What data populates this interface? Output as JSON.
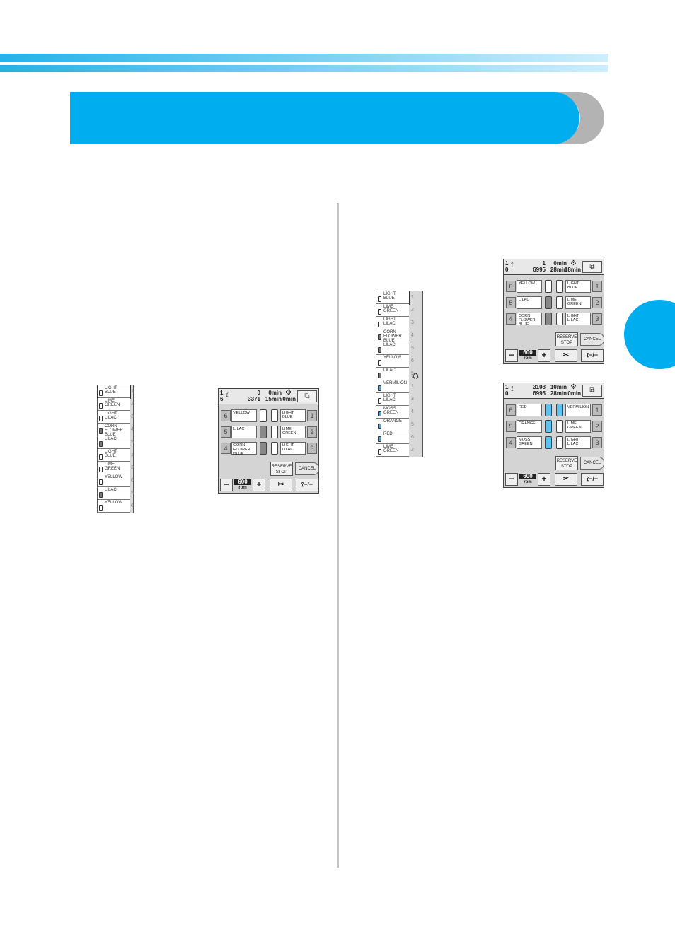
{
  "strip_left": {
    "rows": [
      {
        "label": "LIGHT\nBLUE",
        "num": "1",
        "spool": "light"
      },
      {
        "label": "LIME\nGREEN",
        "num": "2",
        "spool": "light"
      },
      {
        "label": "LIGHT\nLILAC",
        "num": "3",
        "spool": "light"
      },
      {
        "label": "CORN\nFLOWER\nBLUE",
        "num": "4",
        "spool": "dark"
      },
      {
        "label": "LILAC",
        "num": "5",
        "spool": "dark"
      },
      {
        "label": "LIGHT\nBLUE",
        "num": "1",
        "spool": "light"
      },
      {
        "label": "LIME\nGREEN",
        "num": "2",
        "spool": "light"
      },
      {
        "label": "YELLOW",
        "num": "6",
        "spool": "light"
      },
      {
        "label": "LILAC",
        "num": "5",
        "spool": "dark"
      },
      {
        "label": "YELLOW",
        "num": "6",
        "spool": "light"
      }
    ]
  },
  "strip_right": {
    "rows": [
      {
        "label": "LIGHT\nBLUE",
        "num": "1",
        "spool": "light"
      },
      {
        "label": "LIME\nGREEN",
        "num": "2",
        "spool": "light"
      },
      {
        "label": "LIGHT\nLILAC",
        "num": "3",
        "spool": "light"
      },
      {
        "label": "CORN\nFLOWER\nBLUE",
        "num": "4",
        "spool": "dark"
      },
      {
        "label": "LILAC",
        "num": "5",
        "spool": "dark"
      },
      {
        "label": "YELLOW",
        "num": "6",
        "spool": "light"
      },
      {
        "label": "LILAC",
        "num": "5",
        "spool": "dark"
      },
      {
        "label": "VERMILION",
        "num": "1",
        "spool": "blue"
      },
      {
        "label": "LIGHT\nLILAC",
        "num": "3",
        "spool": "light"
      },
      {
        "label": "MOSS\nGREEN",
        "num": "4",
        "spool": "blue"
      },
      {
        "label": "ORANGE",
        "num": "5",
        "spool": "blue"
      },
      {
        "label": "RED",
        "num": "6",
        "spool": "blue"
      },
      {
        "label": "LIME\nGREEN",
        "num": "2",
        "spool": "light"
      }
    ]
  },
  "panels": [
    {
      "top": {
        "a1": "1",
        "a2": "6",
        "stitches": "0",
        "total": "3371",
        "time1": "0min",
        "time2": "15min",
        "time3": "0min"
      },
      "left_needles": [
        {
          "num": "6",
          "name": "YELLOW",
          "spool": "light"
        },
        {
          "num": "5",
          "name": "LILAC",
          "spool": "dark"
        },
        {
          "num": "4",
          "name": "CORN\nFLOWER\nBLUE",
          "spool": "dark"
        }
      ],
      "right_needles": [
        {
          "num": "1",
          "name": "LIGHT\nBLUE",
          "spool": "light"
        },
        {
          "num": "2",
          "name": "LIME\nGREEN",
          "spool": "light"
        },
        {
          "num": "3",
          "name": "LIGHT\nLILAC",
          "spool": "light"
        }
      ],
      "reserve": "RESERVE\nSTOP",
      "cancel": "CANCEL",
      "minus": "−",
      "plus": "+",
      "speed": "600",
      "rpm": "rpm",
      "needle_btn": "−/+"
    },
    {
      "top": {
        "a1": "1",
        "a2": "0",
        "stitches": "1",
        "total": "6995",
        "time1": "0min",
        "time2": "28min",
        "time3": "18min"
      },
      "left_needles": [
        {
          "num": "6",
          "name": "YELLOW",
          "spool": "light"
        },
        {
          "num": "5",
          "name": "LILAC",
          "spool": "dark"
        },
        {
          "num": "4",
          "name": "CORN\nFLOWER\nBLUE",
          "spool": "dark"
        }
      ],
      "right_needles": [
        {
          "num": "1",
          "name": "LIGHT\nBLUE",
          "spool": "light"
        },
        {
          "num": "2",
          "name": "LIME\nGREEN",
          "spool": "light"
        },
        {
          "num": "3",
          "name": "LIGHT\nLILAC",
          "spool": "light"
        }
      ],
      "reserve": "RESERVE\nSTOP",
      "cancel": "CANCEL",
      "minus": "−",
      "plus": "+",
      "speed": "600",
      "rpm": "rpm",
      "needle_btn": "−/+"
    },
    {
      "top": {
        "a1": "1",
        "a2": "0",
        "stitches": "3108",
        "total": "6995",
        "time1": "10min",
        "time2": "28min",
        "time3": "0min"
      },
      "left_needles": [
        {
          "num": "6",
          "name": "RED",
          "spool": "blue"
        },
        {
          "num": "5",
          "name": "ORANGE",
          "spool": "blue"
        },
        {
          "num": "4",
          "name": "MOSS\nGREEN",
          "spool": "blue"
        }
      ],
      "right_needles": [
        {
          "num": "1",
          "name": "VERMILION",
          "spool": "blue"
        },
        {
          "num": "2",
          "name": "LIME\nGREEN",
          "spool": "light"
        },
        {
          "num": "3",
          "name": "LIGHT\nLILAC",
          "spool": "light"
        }
      ],
      "reserve": "RESERVE\nSTOP",
      "cancel": "CANCEL",
      "minus": "−",
      "plus": "+",
      "speed": "600",
      "rpm": "rpm",
      "needle_btn": "−/+"
    }
  ]
}
